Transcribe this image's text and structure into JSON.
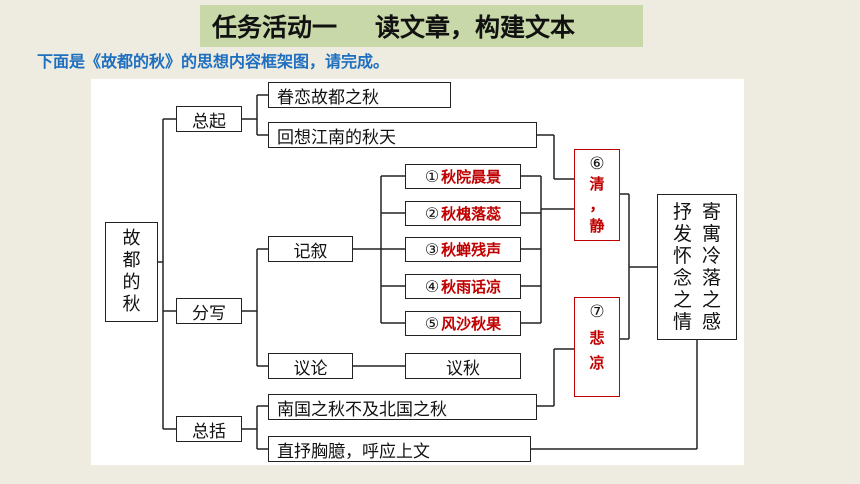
{
  "title": {
    "left": "任务活动一",
    "right": "读文章，构建文本"
  },
  "subtitle": "下面是《故都的秋》的思想内容框架图，请完成。",
  "diagram": {
    "root": [
      "故",
      "都",
      "的",
      "秋"
    ],
    "zongqi": "总起",
    "juanlian": "眷恋故都之秋",
    "huixiang": "回想江南的秋天",
    "fenxie": "分写",
    "jixu": "记叙",
    "scenes": [
      {
        "num": "①",
        "text": "秋院晨景"
      },
      {
        "num": "②",
        "text": "秋槐落蕊"
      },
      {
        "num": "③",
        "text": "秋蝉残声"
      },
      {
        "num": "④",
        "text": "秋雨话凉"
      },
      {
        "num": "⑤",
        "text": "风沙秋果"
      }
    ],
    "yilun": "议论",
    "yiqiu": "议秋",
    "zongkuo": "总括",
    "nanguo": "南国之秋不及北国之秋",
    "zhishu": "直抒胸臆，呼应上文",
    "answer6": {
      "num": "⑥",
      "chars": [
        "清",
        "，",
        "静"
      ]
    },
    "answer7": {
      "num": "⑦",
      "chars": [
        "悲",
        "凉"
      ]
    },
    "final": {
      "col1": [
        "寄",
        "寓",
        "冷",
        "落",
        "之",
        "感"
      ],
      "col2": [
        "抒",
        "发",
        "怀",
        "念",
        "之",
        "情"
      ]
    }
  }
}
